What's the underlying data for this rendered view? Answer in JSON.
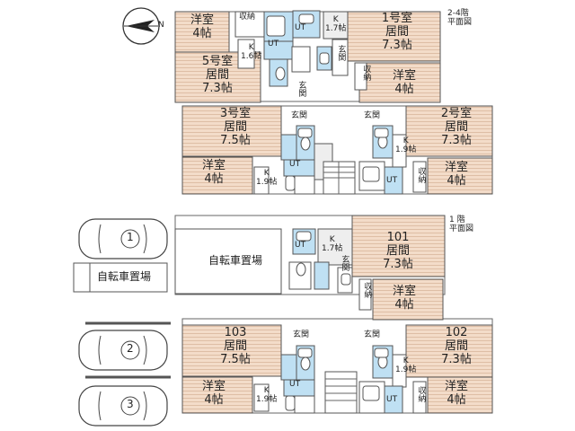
{
  "compass": {
    "north_label": "N"
  },
  "upper": {
    "floor_label_1": "2-4階",
    "floor_label_2": "平面図",
    "room1": {
      "name": "1号室",
      "living": "居間",
      "living_size": "7.3帖",
      "western": "洋室",
      "western_size": "4帖",
      "kitchen": "K",
      "kitchen_size": "1.7帖"
    },
    "room2": {
      "name": "2号室",
      "living": "居間",
      "living_size": "7.3帖",
      "western": "洋室",
      "western_size": "4帖",
      "kitchen": "K",
      "kitchen_size": "1.9帖"
    },
    "room3": {
      "name": "3号室",
      "living": "居間",
      "living_size": "7.5帖",
      "western": "洋室",
      "western_size": "4帖",
      "kitchen": "K",
      "kitchen_size": "1.9帖"
    },
    "room5": {
      "name": "5号室",
      "living": "居間",
      "living_size": "7.3帖",
      "western": "洋室",
      "western_size": "4帖",
      "kitchen": "K",
      "kitchen_size": "1.6帖"
    }
  },
  "lower": {
    "floor_label_1": "1 階",
    "floor_label_2": "平面図",
    "room101": {
      "name": "101",
      "living": "居間",
      "living_size": "7.3帖",
      "western": "洋室",
      "western_size": "4帖",
      "kitchen": "K",
      "kitchen_size": "1.7帖"
    },
    "room102": {
      "name": "102",
      "living": "居間",
      "living_size": "7.3帖",
      "western": "洋室",
      "western_size": "4帖",
      "kitchen": "K",
      "kitchen_size": "1.9帖"
    },
    "room103": {
      "name": "103",
      "living": "居間",
      "living_size": "7.5帖",
      "western": "洋室",
      "western_size": "4帖",
      "kitchen": "K",
      "kitchen_size": "1.9帖"
    },
    "bike_parking": "自転車置場"
  },
  "labels": {
    "ut": "UT",
    "entrance": "玄関",
    "storage": "収納"
  },
  "parking": {
    "bike_area": "自転車置場",
    "space1": "1",
    "space2": "2",
    "space3": "3"
  }
}
